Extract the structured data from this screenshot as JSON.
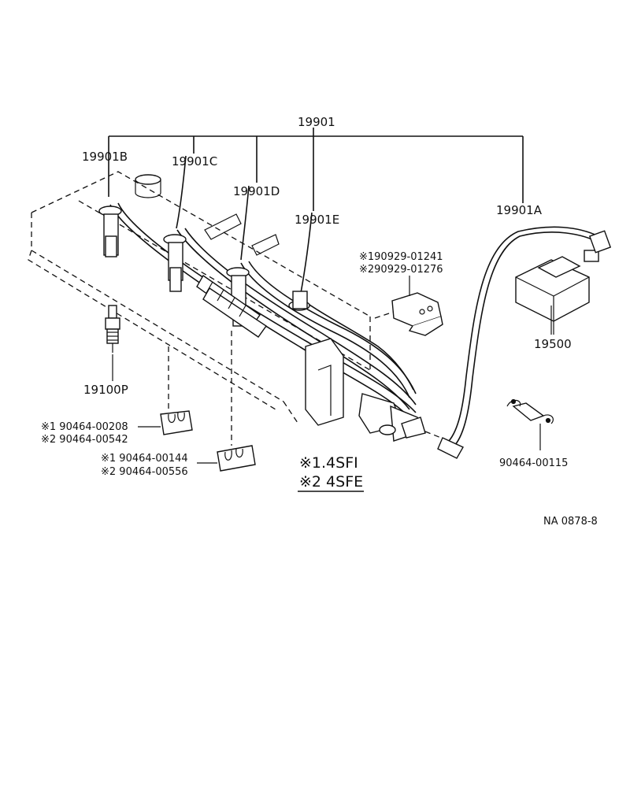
{
  "labels": {
    "main": "19901",
    "b": "19901B",
    "c": "19901C",
    "d": "19901D",
    "e": "19901E",
    "a": "19901A",
    "coil": "19500",
    "plug": "19100P",
    "bracket_1": "※190929-01241",
    "bracket_2": "※290929-01276",
    "clamp_a_1": "※1 90464-00208",
    "clamp_a_2": "※2 90464-00542",
    "clamp_b_1": "※1 90464-00144",
    "clamp_b_2": "※2 90464-00556",
    "clip": "90464-00115"
  },
  "legend": {
    "line1": "※1.4SFI",
    "line2": "※2 4SFE"
  },
  "code": "NA 0878-8"
}
